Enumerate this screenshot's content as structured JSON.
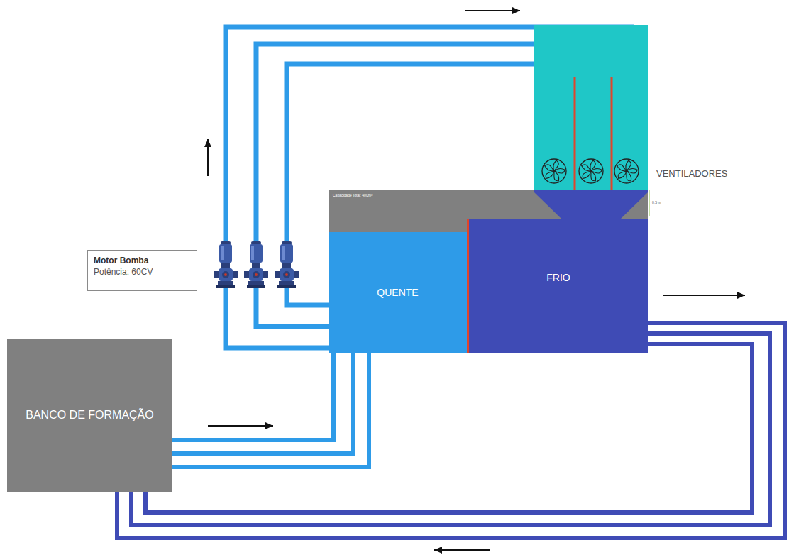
{
  "diagram": {
    "nodes": [
      {
        "text": [
          "BANCO DE FORMAÇÃO"
        ]
      },
      {
        "text": [
          "Motor Bomba",
          "Potência: 60CV"
        ]
      },
      {
        "text": [
          "Capacidade Total: 400m³"
        ]
      },
      {
        "text": [
          "QUENTE"
        ],
        "in": 2
      },
      {
        "text": [
          "FRIO"
        ],
        "in": 2
      }
    ],
    "edges": [
      {
        "from": 0,
        "to": 3,
        "arrow": "to"
      },
      {
        "from": 3,
        "to": 4,
        "arrow": "to"
      },
      {
        "from": 4,
        "to": 0,
        "arrow": "to"
      }
    ],
    "labels": [
      "VENTILADORES",
      "0,5 m"
    ]
  }
}
